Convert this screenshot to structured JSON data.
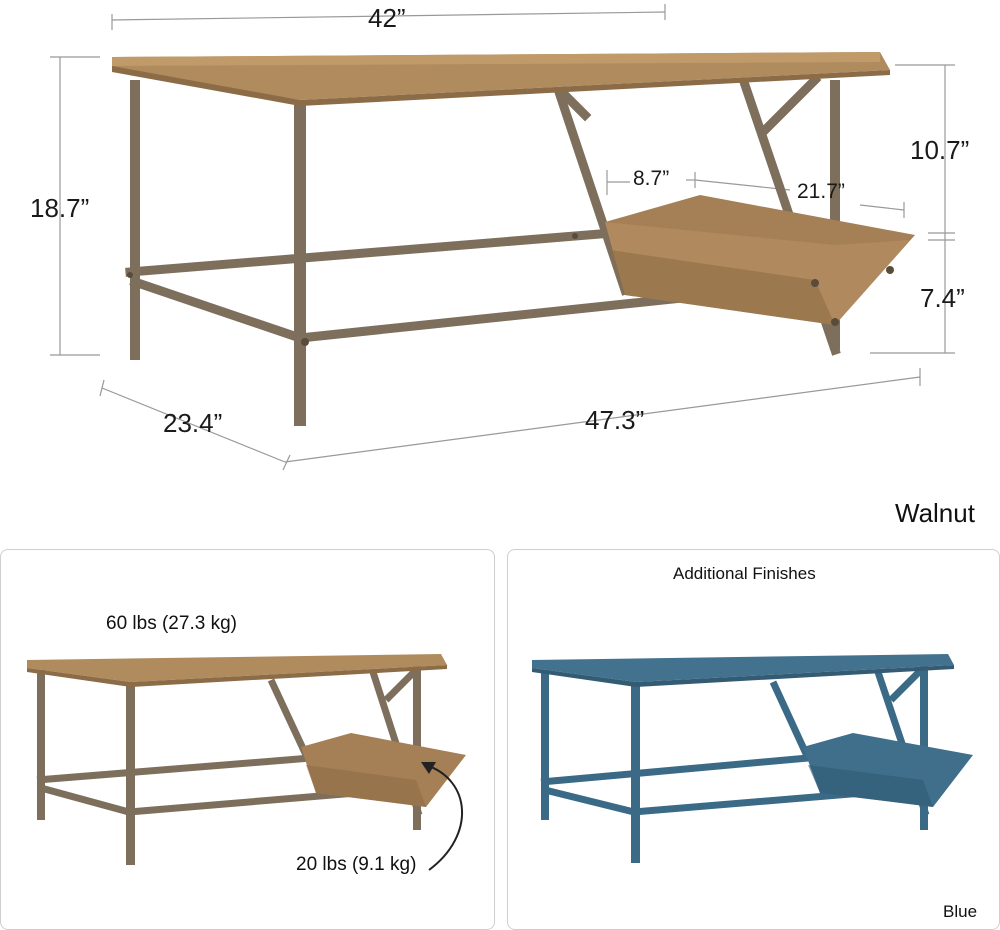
{
  "dimensions": {
    "top_width": "42”",
    "height": "18.7”",
    "upper_rack_height": "10.7”",
    "lower_rack_height": "7.4”",
    "rack_depth": "8.7”",
    "rack_length": "21.7”",
    "depth": "23.4”",
    "length": "47.3”"
  },
  "main_finish_label": "Walnut",
  "panel_left": {
    "top_weight": "60 lbs (27.3 kg)",
    "rack_weight": "20 lbs (9.1 kg)"
  },
  "panel_right": {
    "title": "Additional Finishes",
    "finish_label": "Blue"
  },
  "colors": {
    "wood": "#a58257",
    "metal": "#7d6f5c",
    "blue": "#43728e",
    "dimension_line": "#999999"
  }
}
